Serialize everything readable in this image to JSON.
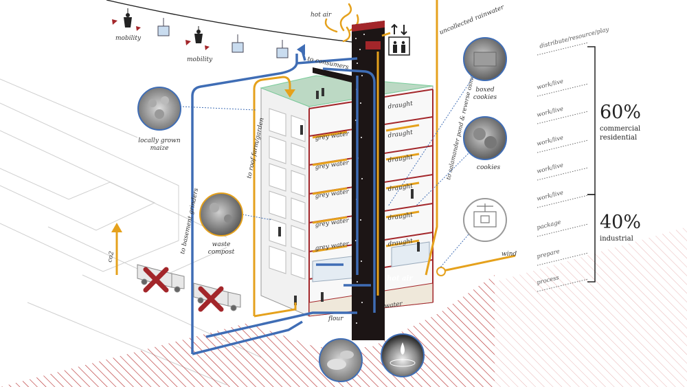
{
  "labels": {
    "hot_air_top": "hot air",
    "uncollected_rainwater": "uncollected rainwater",
    "mobility": "mobility",
    "to_consumers": "to consumers",
    "boxed_cookies": [
      "boxed",
      "cookies"
    ],
    "cookies": "cookies",
    "locally_grown_maize": [
      "locally grown",
      "maize"
    ],
    "waste_compost": [
      "waste",
      "compost"
    ],
    "to_roof_farm_garden": "to roof farm/garden",
    "to_basement_grinders": "to basement grinders",
    "to_salamander_pond": "to salamander pond & reverse osmosis tank",
    "grey_water": "grey water",
    "draught": "draught",
    "hot_air_inner": "hot air",
    "water": "water",
    "flour": "flour",
    "co2": "co2",
    "wind": "wind"
  },
  "zones": [
    "distribute/resource/play",
    "work/live",
    "work/live",
    "work/live",
    "work/live",
    "work/live",
    "package",
    "prepare",
    "process"
  ],
  "stats": {
    "upper_pct": "60%",
    "upper_label": [
      "commercial",
      "residential"
    ],
    "lower_pct": "40%",
    "lower_label": "industrial"
  },
  "colors": {
    "blue": "#3f6db5",
    "orange": "#e5a11c",
    "red": "#a3262a",
    "chimney": "#1c1515",
    "hatch": "#b83232"
  },
  "icons": [
    "elevator-icon",
    "delivery-truck-icon",
    "no-entry-x-icon",
    "gondola-cabin-icon",
    "zipline-rider-icon"
  ]
}
